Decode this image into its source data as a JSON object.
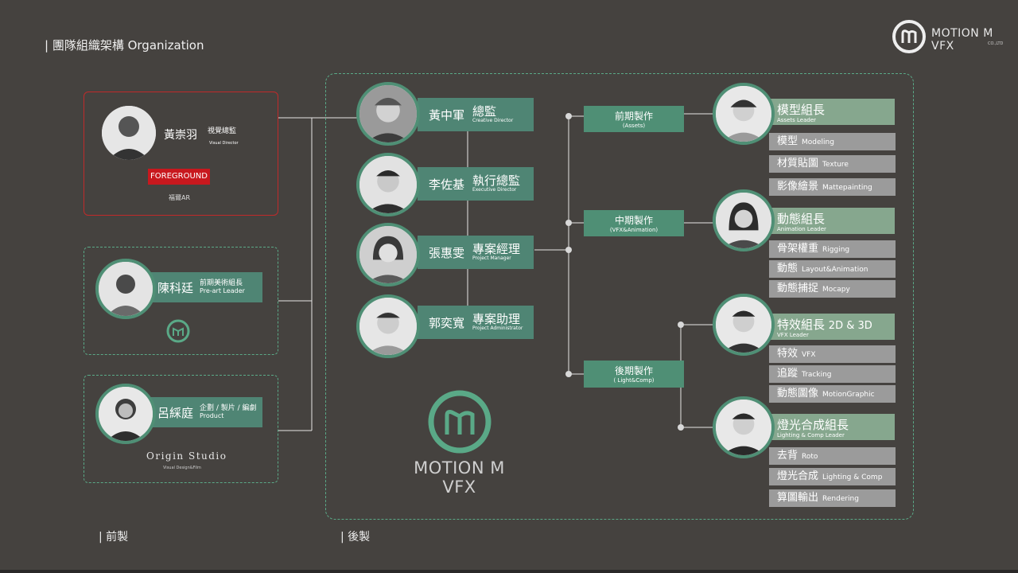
{
  "title": "| 團隊組織架構 Organization",
  "brand": {
    "name": "MOTION M VFX",
    "sub": "CO.,LTD"
  },
  "partners": {
    "foreground": {
      "name": "黃崇羽",
      "role": "視覺總監",
      "role_en": "Visual Director",
      "badge": "FOREGROUND",
      "caption": "福爾AR"
    },
    "preart": {
      "name": "陳科廷",
      "role": "前期美術組長",
      "role_en": "Pre-art Leader"
    },
    "origin": {
      "name": "呂綵庭",
      "role": "企劃 / 製片 / 編劇",
      "role_en": "Product",
      "studio": "Origin Studio",
      "studio_sub": "Visual Design&Film"
    }
  },
  "management": [
    {
      "name": "黃中軍",
      "role": "總監",
      "role_en": "Creative Director"
    },
    {
      "name": "李佐基",
      "role": "執行總監",
      "role_en": "Executive Director"
    },
    {
      "name": "張惠雯",
      "role": "專案經理",
      "role_en": "Project Manager"
    },
    {
      "name": "郭奕寬",
      "role": "專案助理",
      "role_en": "Project Administrator"
    }
  ],
  "departments": [
    {
      "zh": "前期製作",
      "en": "(Assets)"
    },
    {
      "zh": "中期製作",
      "en": "(VFX&Animation)"
    },
    {
      "zh": "後期製作",
      "en": "( Light&Comp)"
    }
  ],
  "leaders": [
    {
      "zh": "模型組長",
      "en": "Assets Leader",
      "items": [
        {
          "zh": "模型",
          "en": "Modeling"
        },
        {
          "zh": "材質貼圖",
          "en": "Texture"
        },
        {
          "zh": "影像繪景",
          "en": "Mattepainting"
        }
      ]
    },
    {
      "zh": "動態組長",
      "en": "Animation Leader",
      "items": [
        {
          "zh": "骨架權重",
          "en": "Rigging"
        },
        {
          "zh": "動態",
          "en": "Layout&Animation"
        },
        {
          "zh": "動態捕捉",
          "en": "Mocapy"
        }
      ]
    },
    {
      "zh": "特效組長",
      "zh_extra": "2D & 3D",
      "en": "VFX Leader",
      "items": [
        {
          "zh": "特效",
          "en": "VFX"
        },
        {
          "zh": "追蹤",
          "en": "Tracking"
        },
        {
          "zh": "動態圖像",
          "en": "MotionGraphic"
        }
      ]
    },
    {
      "zh": "燈光合成組長",
      "en": "Lighting & Comp Leader",
      "items": [
        {
          "zh": "去背",
          "en": "Roto"
        },
        {
          "zh": "燈光合成",
          "en": "Lighting & Comp"
        },
        {
          "zh": "算圖輸出",
          "en": "Rendering"
        }
      ]
    }
  ],
  "center_brand": "MOTION M VFX",
  "bottom": {
    "pre": "| 前製",
    "post": "| 後製"
  }
}
